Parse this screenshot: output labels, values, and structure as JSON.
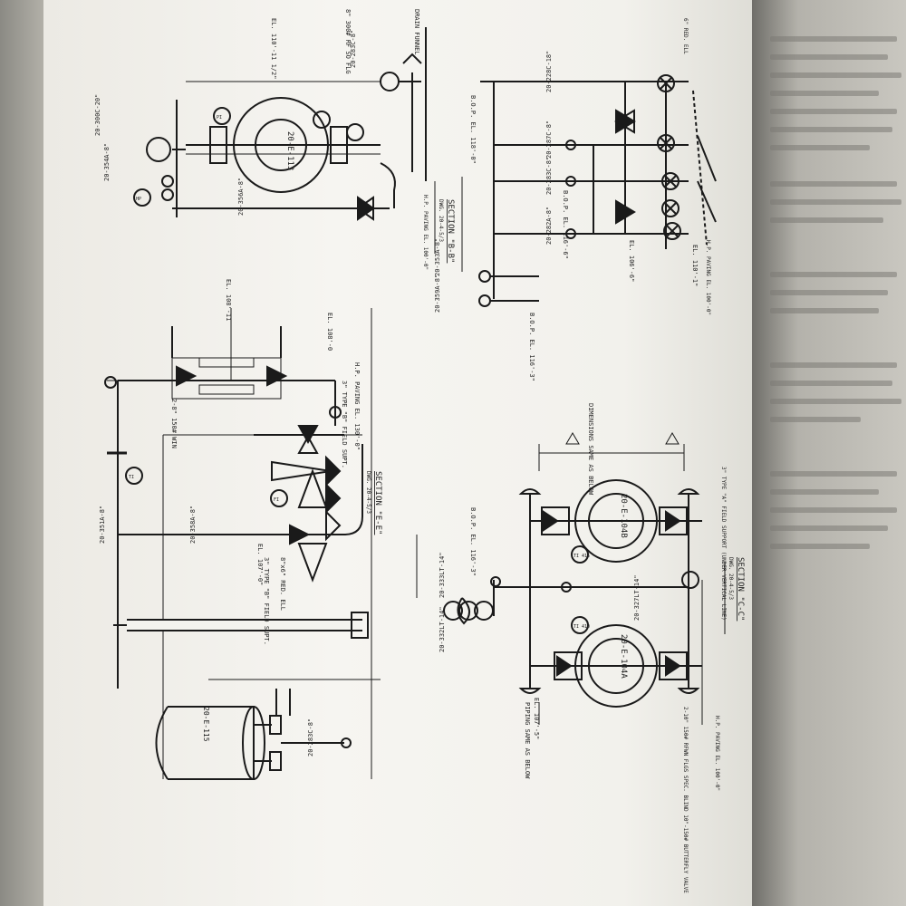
{
  "sections": {
    "bb": {
      "title": "SECTION \"B-B\"",
      "dwg": "DWG. 20-4-5/3"
    },
    "ee": {
      "title": "SECTION \"E-E\"",
      "dwg": "DWG. 20-4-5/3"
    },
    "cc": {
      "title": "SECTION \"C-C\"",
      "dwg": "DWG. 20-4-5/3"
    }
  },
  "equipment": {
    "e113": "20-E-113",
    "e115": "20-E-115",
    "e104a": "20-E-104A",
    "e104b": "20-E-104B"
  },
  "pipe_labels": {
    "l1": "20-300C-20\"",
    "l2": "20-354A-8\"",
    "l3": "20-356A-8\"",
    "l4": "20-351A-8\"",
    "l5": "20-358A-8\"",
    "l6": "20-283C-8\"",
    "l7": "20-228C-18\"",
    "l8": "20-353A-8\"",
    "l9": "20-359A-8\"",
    "l10": "20-282A-8\"",
    "l11": "20-287C-8\"",
    "l12": "20-283C-8\"",
    "l13": "20-333LT-14\"",
    "l14": "20-332LT-14\"",
    "l15": "20-327LT-14\""
  },
  "elevations": {
    "el_110": "EL. 110'-11 1/2\"",
    "el_108": "EL. 108'-11",
    "el_108b": "EL. 108'-0",
    "hp_130": "H.P. PAVING EL. 130'-0\"",
    "el_107": "EL. 107'-0\"",
    "el_107b": "EL. 107'-5\"",
    "bop_118": "B.O.P. EL. 118'-0\"",
    "bop_116": "B.O.P. EL. 116'-3\"",
    "el_116": "B.O.P. EL. 116'-6\"",
    "el_106": "EL. 106'-6\"",
    "hp_100": "H.P. PAVING EL. 100'-0\"",
    "hp_100b": "H.P. PAVING EL. 100'-0\"",
    "el_1101": "EL. 110'-1\""
  },
  "notes": {
    "drain": "DRAIN FUNNEL",
    "flg": "8\" 300# RF SO FLG",
    "win": "2-8\" 150# WIN",
    "type_b": "3\" TYPE \"B\" FIELD SUPT.",
    "type_b2": "3\" TYPE \"B\" FIELD SUPT.",
    "red_ell": "8\"x6\" RED. ELL",
    "dims": "DIMENSIONS SAME AS BELOW",
    "piping": "PIPING SAME AS BELOW",
    "spec_blind": "2-10\" 150# RFWN FLGS SPEC. BLIND 10\"-150# BUTTERFLY VALVE",
    "field_supt": "3\" TYPE \"A\" FIELD SUPPORT (UNDER VERTICAL LINE)",
    "red_ell2": "6\" RED. ELL"
  },
  "instruments": {
    "ti410": "TI 410",
    "ti415": "TI 415",
    "fi": "FI",
    "ti": "TI",
    "pi": "PI",
    "hp": "HP"
  }
}
